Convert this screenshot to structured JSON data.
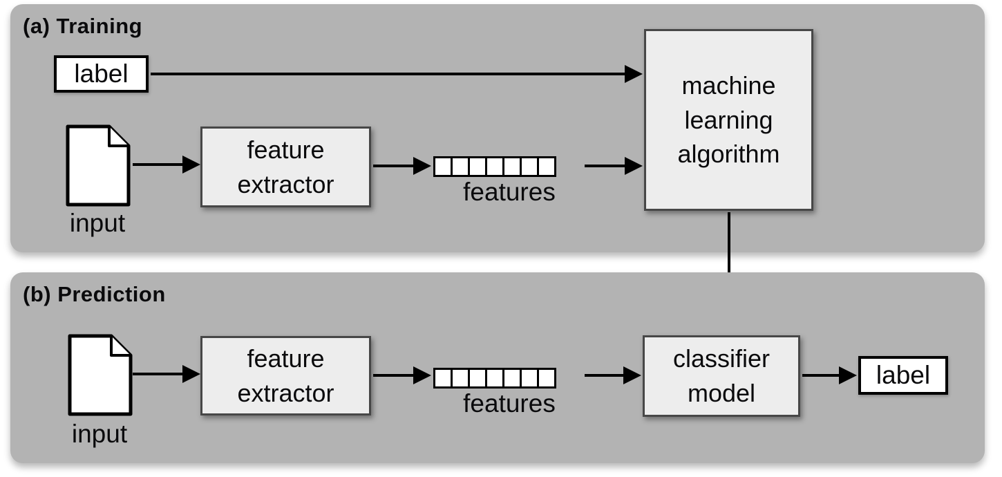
{
  "colors": {
    "page_bg": "#ffffff",
    "panel_bg": "#b3b3b3",
    "process_box_bg": "#ededed",
    "process_box_border": "#474747",
    "io_bg": "#ffffff",
    "line": "#000000"
  },
  "training": {
    "heading": "(a) Training",
    "label_box": "label",
    "input_caption": "input",
    "extractor_line1": "feature",
    "extractor_line2": "extractor",
    "features_caption": "features",
    "features_cells": 7,
    "ml_line1": "machine",
    "ml_line2": "learning",
    "ml_line3": "algorithm"
  },
  "prediction": {
    "heading": "(b) Prediction",
    "input_caption": "input",
    "extractor_line1": "feature",
    "extractor_line2": "extractor",
    "features_caption": "features",
    "features_cells": 7,
    "classifier_line1": "classifier",
    "classifier_line2": "model",
    "label_box": "label"
  }
}
